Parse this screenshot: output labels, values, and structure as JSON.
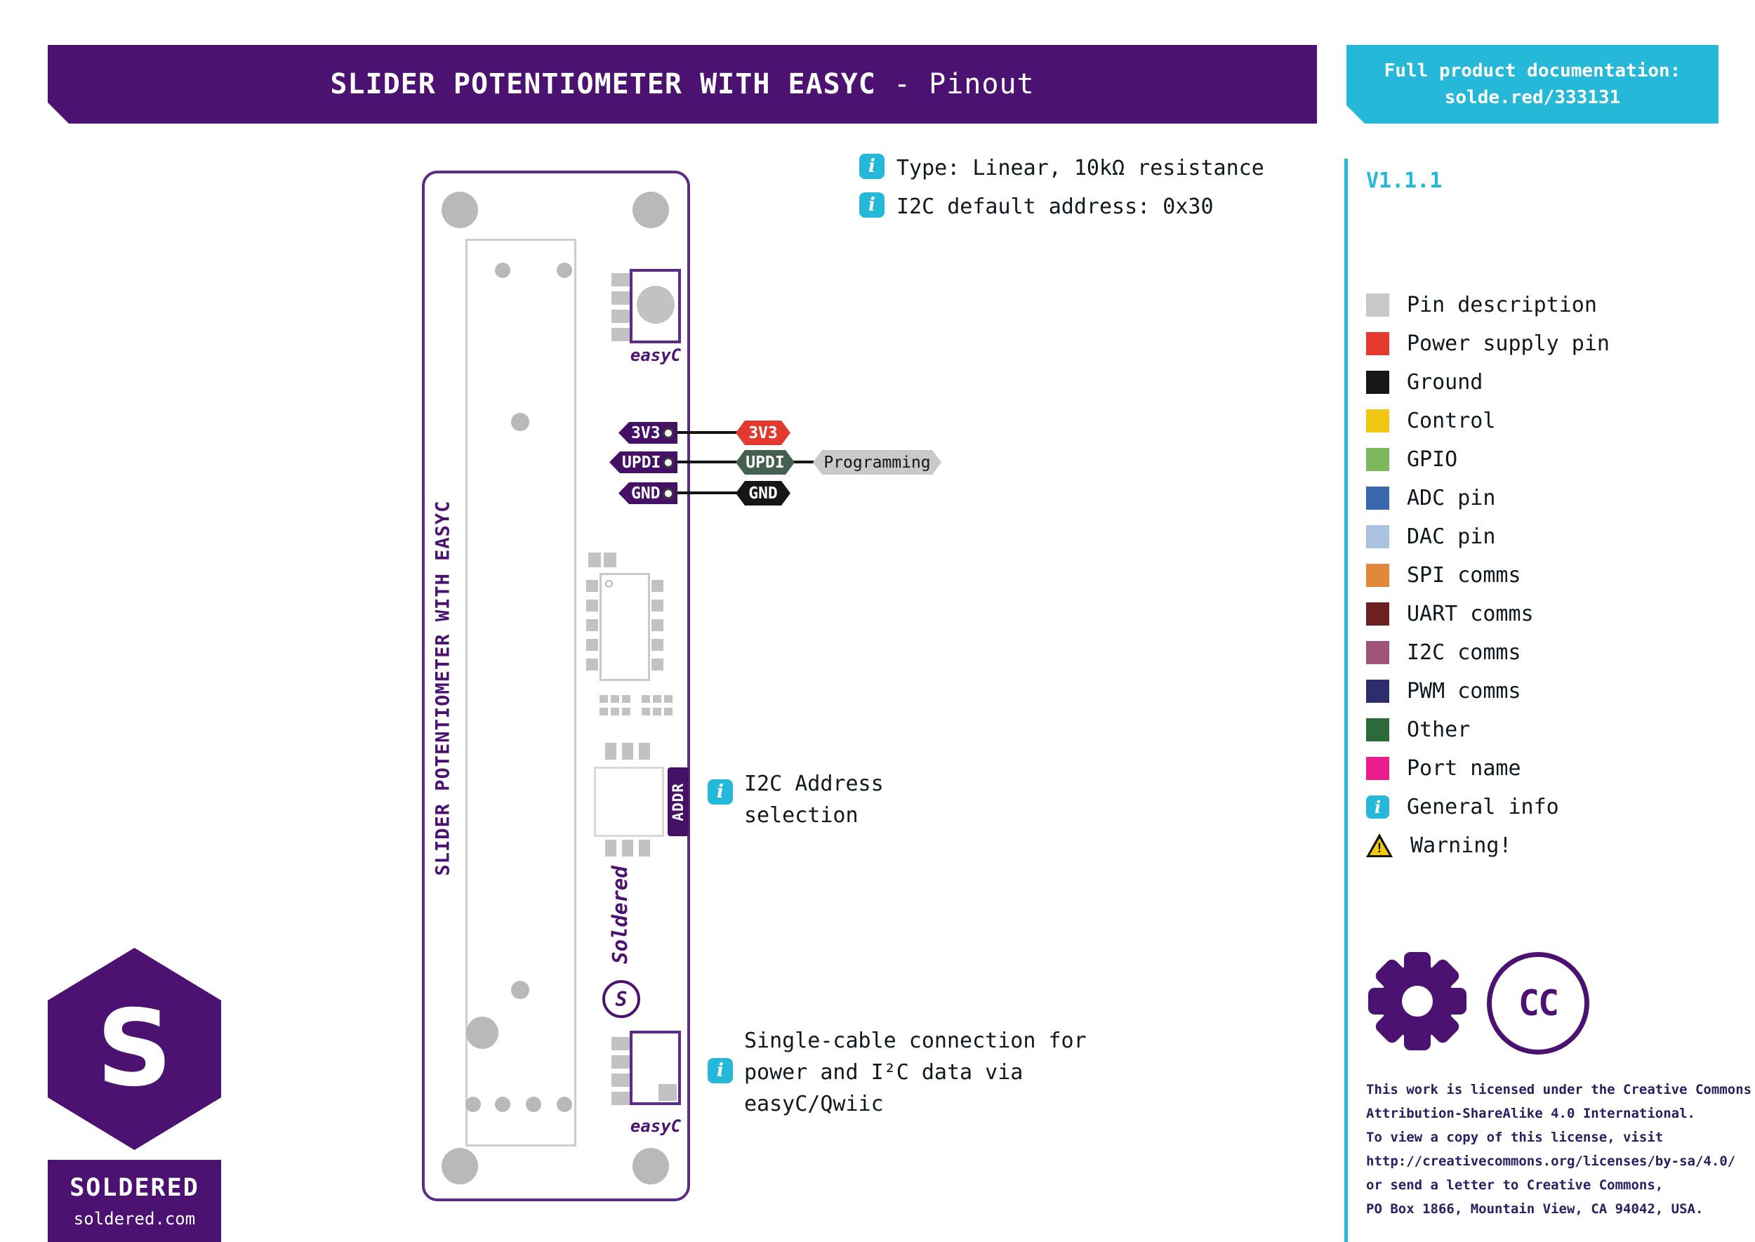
{
  "header": {
    "title_main": "SLIDER POTENTIOMETER WITH EASYC",
    "title_suffix": " - Pinout",
    "doc_line1": "Full product documentation:",
    "doc_line2": "solde.red/333131"
  },
  "version": "V1.1.1",
  "notes": [
    {
      "text": "Type: Linear, 10kΩ resistance"
    },
    {
      "text": "I2C default address: 0x30"
    }
  ],
  "board": {
    "side_label": "SLIDER POTENTIOMETER WITH EASYC",
    "easyc_top_label": "easyC",
    "easyc_bottom_label": "easyC",
    "brand_vertical": "Soldered",
    "brand_mark": "S",
    "addr_tag": "ADDR"
  },
  "pins": {
    "rows": [
      {
        "tag": "3V3",
        "badge": "3V3",
        "badge_color": "#e3392f"
      },
      {
        "tag": "UPDI",
        "badge": "UPDI",
        "badge_color": "#446051"
      },
      {
        "tag": "GND",
        "badge": "GND",
        "badge_color": "#161616"
      }
    ],
    "programming_label": "Programming"
  },
  "annotations": {
    "addr_line1": "I2C Address",
    "addr_line2": "selection",
    "easyc_line1": "Single-cable connection for",
    "easyc_line2": "power and I²C data via",
    "easyc_line3": "easyC/Qwiic"
  },
  "legend": {
    "items": [
      {
        "label": "Pin description",
        "type": "swatch",
        "color": "#c8c8c8"
      },
      {
        "label": "Power supply pin",
        "type": "swatch",
        "color": "#e3392f"
      },
      {
        "label": "Ground",
        "type": "swatch",
        "color": "#161616"
      },
      {
        "label": "Control",
        "type": "swatch",
        "color": "#f2c713"
      },
      {
        "label": "GPIO",
        "type": "swatch",
        "color": "#7db75c"
      },
      {
        "label": "ADC pin",
        "type": "swatch",
        "color": "#3a66ad"
      },
      {
        "label": "DAC pin",
        "type": "swatch",
        "color": "#a9c3de"
      },
      {
        "label": "SPI comms",
        "type": "swatch",
        "color": "#e0883c"
      },
      {
        "label": "UART comms",
        "type": "swatch",
        "color": "#6d2020"
      },
      {
        "label": "I2C comms",
        "type": "swatch",
        "color": "#a05278"
      },
      {
        "label": "PWM comms",
        "type": "swatch",
        "color": "#2e2d6b"
      },
      {
        "label": "Other",
        "type": "swatch",
        "color": "#2d6a39"
      },
      {
        "label": "Port name",
        "type": "swatch",
        "color": "#ea1e8c"
      },
      {
        "label": "General info",
        "type": "info"
      },
      {
        "label": "Warning!",
        "type": "warning"
      }
    ]
  },
  "icons": {
    "info_glyph": "i",
    "warning_glyph": "!",
    "cc_label": "CC"
  },
  "footer": {
    "brand": "SOLDERED",
    "site": "soldered.com"
  },
  "license": {
    "lines": [
      "This work is licensed under the Creative Commons",
      "Attribution-ShareAlike 4.0 International.",
      "To view a copy of this license, visit",
      "http://creativecommons.org/licenses/by-sa/4.0/",
      "or send a letter to Creative Commons,",
      "PO Box 1866, Mountain View, CA 94042, USA."
    ]
  },
  "colors": {
    "purple": "#4b1271",
    "cyan": "#25b8d8",
    "board_outline": "#5b2c87"
  }
}
